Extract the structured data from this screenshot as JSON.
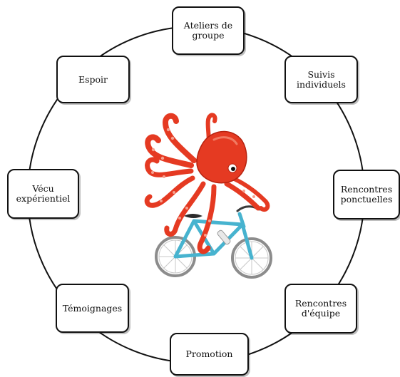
{
  "diagram": {
    "nodes": [
      {
        "id": "ateliers",
        "label": "Ateliers de\ngroupe"
      },
      {
        "id": "suivis",
        "label": "Suivis\nindividuels"
      },
      {
        "id": "rencontres-ponctuelles",
        "label": "Rencontres\nponctuelles"
      },
      {
        "id": "rencontres-equipe",
        "label": "Rencontres\nd'équipe"
      },
      {
        "id": "promotion",
        "label": "Promotion"
      },
      {
        "id": "temoignages",
        "label": "Témoignages"
      },
      {
        "id": "vecu",
        "label": "Vécu\nexpérientiel"
      },
      {
        "id": "espoir",
        "label": "Espoir"
      }
    ],
    "center_image": "octopus-riding-bicycle",
    "colors": {
      "octopus": "#e53a22",
      "octopus_dark": "#b5220f",
      "suckers": "#f6a08e",
      "bicycle": "#47b3cf",
      "wheel": "#8c8c8c",
      "outline": "#111111"
    }
  }
}
